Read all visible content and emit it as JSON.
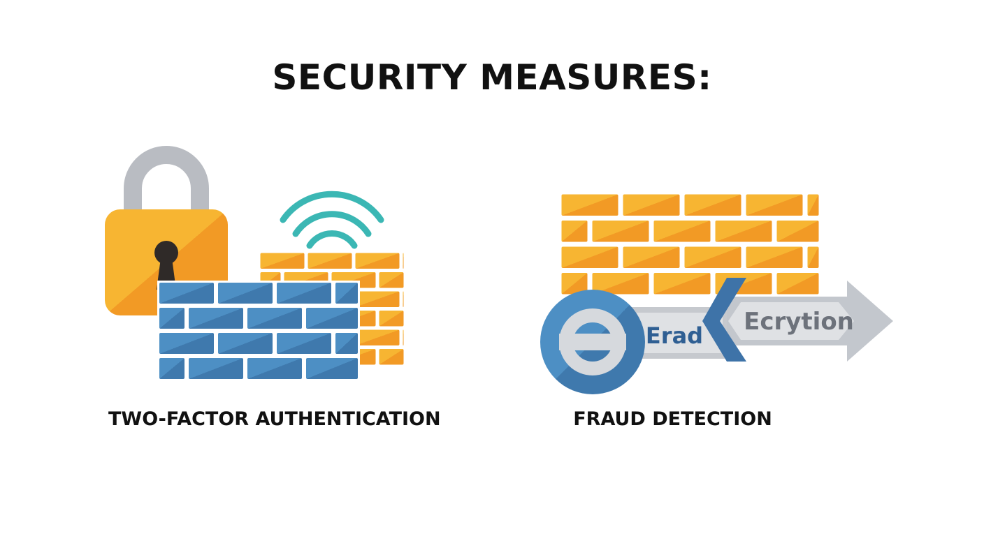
{
  "title": "SECURITY MEASURES:",
  "panels": [
    {
      "label": "TWO-FACTOR AUTHENTICATION",
      "icons": [
        "padlock-icon",
        "brick-wall-icon",
        "wifi-icon"
      ]
    },
    {
      "label": "FRAUD DETECTION",
      "icons": [
        "brick-wall-icon",
        "shield-badge-icon",
        "arrow-icon"
      ],
      "bar_text": "Erad",
      "arrow_text": "Ecrytion"
    }
  ],
  "colors": {
    "orange": "#f5a82a",
    "blue": "#4a86bb",
    "teal": "#3bb7b4",
    "gray": "#c9ccd2",
    "dark_blue": "#2f5f93"
  }
}
